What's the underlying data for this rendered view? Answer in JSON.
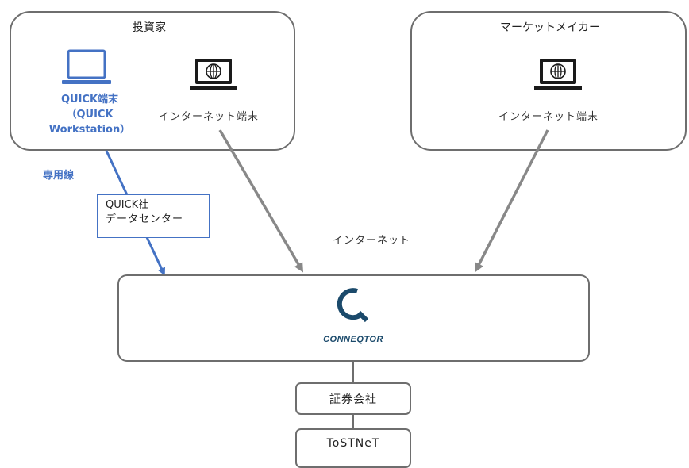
{
  "investor": {
    "title": "投資家",
    "quick_terminal": "QUICK端末",
    "quick_paren_open": "（QUICK",
    "quick_paren_close": "Workstation）",
    "internet_terminal": "インターネット端末"
  },
  "market_maker": {
    "title": "マーケットメイカー",
    "internet_terminal": "インターネット端末"
  },
  "dedicated_line": "専用線",
  "datacenter": {
    "line1": "QUICK社",
    "line2": "データセンター"
  },
  "internet": "インターネット",
  "conneqtor": {
    "logo_text": "CONNEQTOR"
  },
  "securities_company": "証券会社",
  "tostnet": "ToSTNeT",
  "colors": {
    "blue": "#4472c4",
    "gray_arrow": "#888888",
    "logo": "#1b4a6b",
    "border": "#6e6e6e"
  },
  "icons": [
    "laptop-icon",
    "globe-laptop-icon",
    "globe-laptop-icon",
    "conneqtor-logo-icon"
  ]
}
